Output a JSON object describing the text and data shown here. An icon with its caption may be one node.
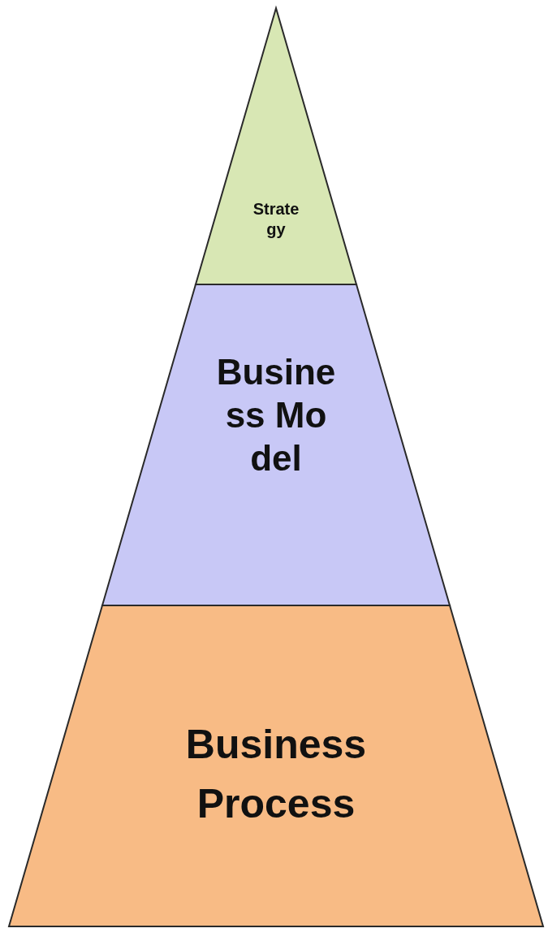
{
  "diagram": {
    "nodes": [
      {
        "text": [
          "Strategy"
        ]
      },
      {
        "text": [
          "Business Model"
        ]
      },
      {
        "text": [
          "Business Process"
        ]
      }
    ]
  }
}
